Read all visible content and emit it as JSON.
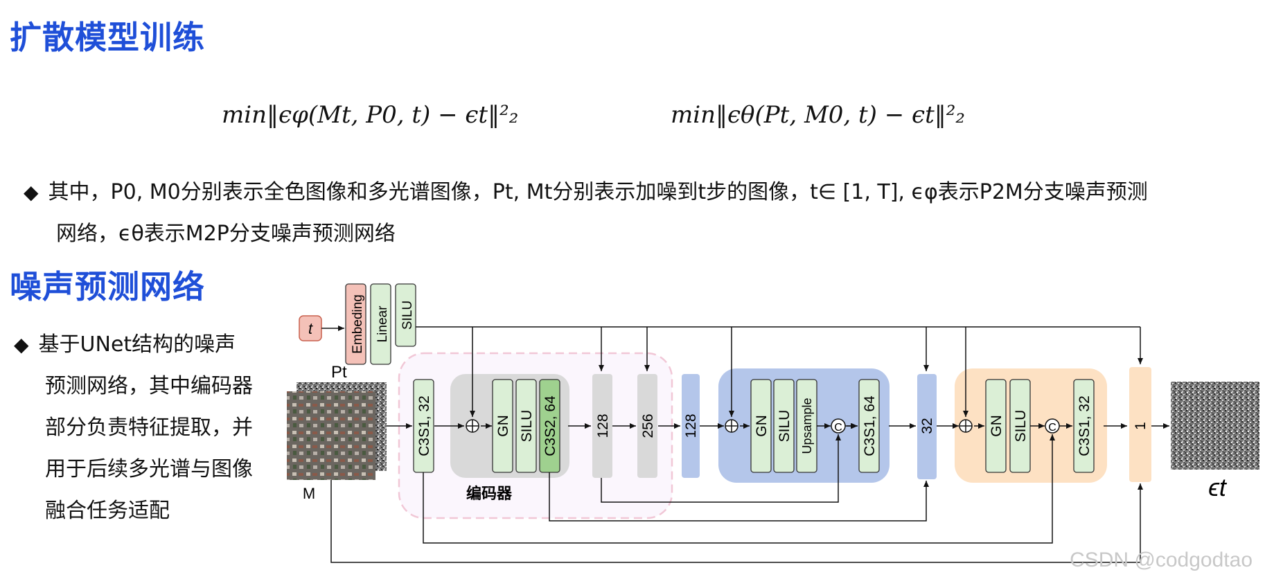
{
  "titles": {
    "training": "扩散模型训练",
    "network": "噪声预测网络"
  },
  "formulas": {
    "left": "min‖ϵφ(Mt, P0, t) − ϵt‖²₂",
    "right": "min‖ϵθ(Pt, M0, t) − ϵt‖²₂"
  },
  "bullet1": {
    "line1": "其中，P0, M0分别表示全色图像和多光谱图像，Pt, Mt分别表示加噪到t步的图像，t∈ [1, T], ϵφ表示P2M分支噪声预测",
    "line2": "网络，ϵθ表示M2P分支噪声预测网络"
  },
  "bullet2": {
    "lines": [
      "基于UNet结构的噪声",
      "预测网络，其中编码器",
      "部分负责特征提取，并",
      "用于后续多光谱与图像",
      "融合任务适配"
    ]
  },
  "diagram": {
    "t_input": "t",
    "embed_blocks": [
      "Embeding",
      "Linear",
      "SILU"
    ],
    "label_pt": "Pt",
    "label_m": "M",
    "encoder_label": "编码器",
    "blocks": {
      "c3s1_32_in": "C3S1, 32",
      "gn1": "GN",
      "silu1": "SILU",
      "c3s2_64": "C3S2, 64",
      "f128a": "128",
      "f256": "256",
      "f128b": "128",
      "gn2": "GN",
      "silu2": "SILU",
      "upsample": "Upsample",
      "concat1": "C",
      "c3s1_64": "C3S1, 64",
      "f32": "32",
      "gn3": "GN",
      "silu3": "SILU",
      "concat2": "C",
      "c3s1_32_out": "C3S1, 32",
      "f1": "1"
    },
    "output_label": "ϵt"
  },
  "watermark": "CSDN @codgodtao",
  "colors": {
    "title": "#1f4fd8",
    "green": "#dbefd6",
    "dark_green": "#9fd18f",
    "pink": "#f4c1b8",
    "gray": "#d9d9d9",
    "blue": "#b4c6ea",
    "orange": "#fde1c3"
  }
}
